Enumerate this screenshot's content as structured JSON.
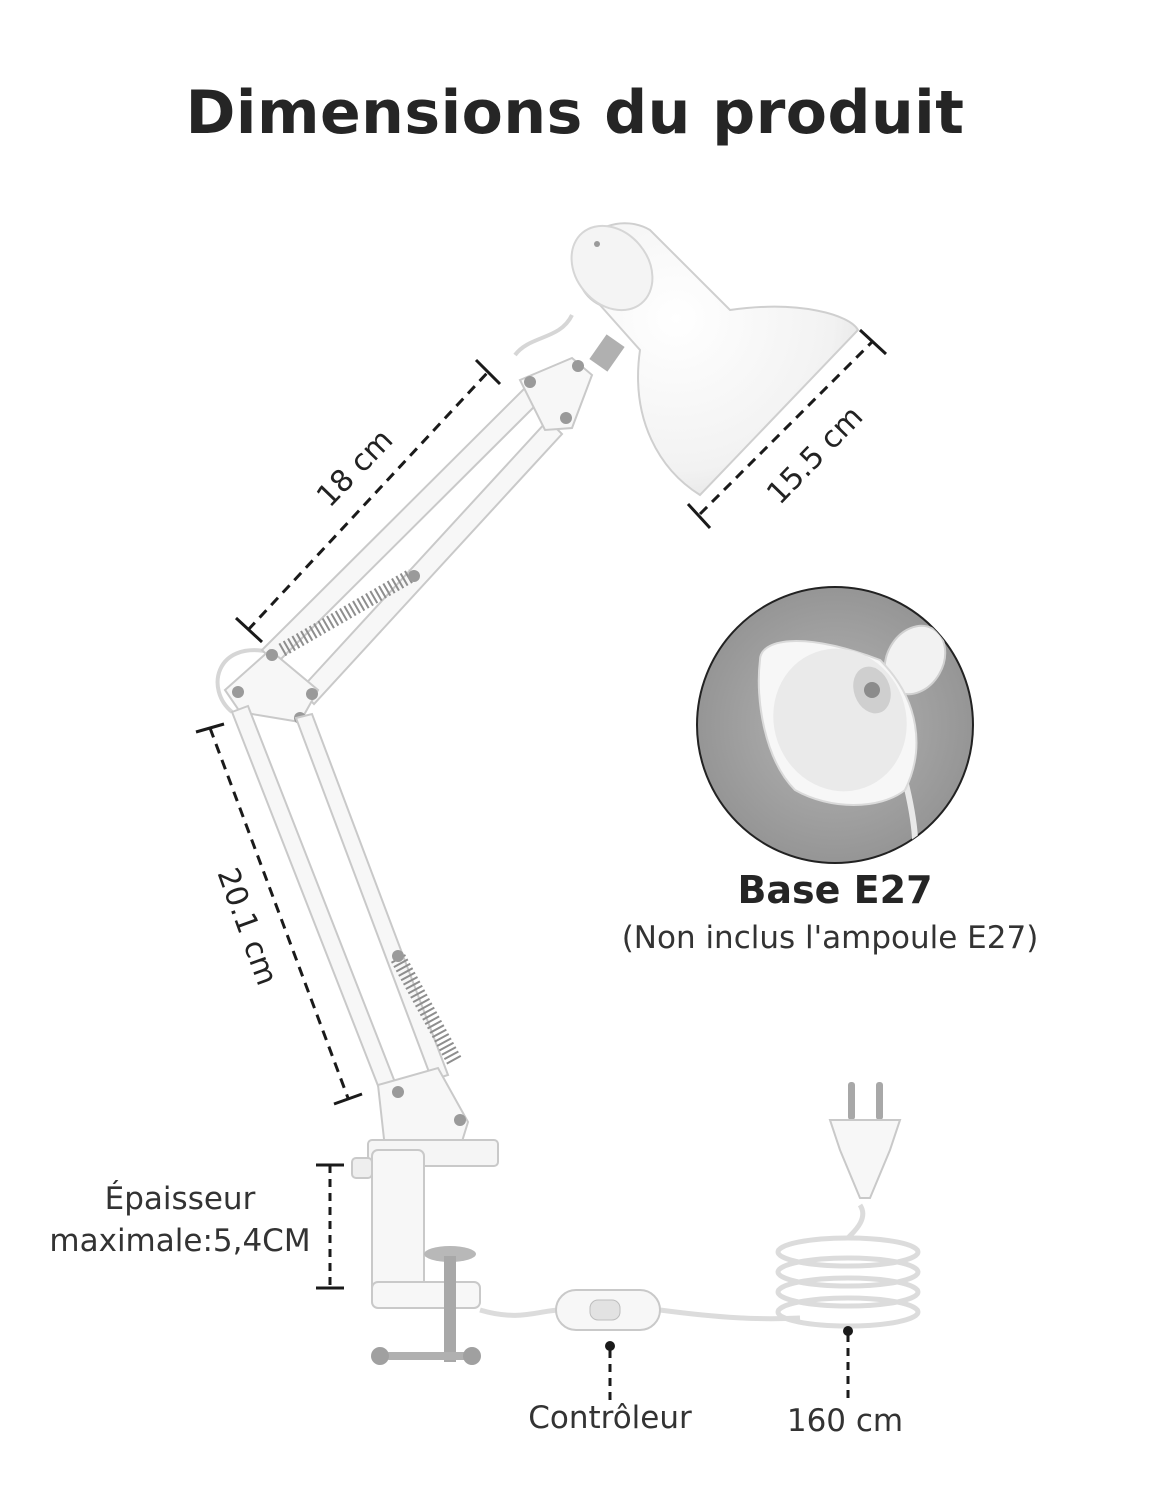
{
  "title": "Dimensions du produit",
  "dimensions": {
    "arm_upper": "18 cm",
    "arm_lower": "20.1 cm",
    "shade_diameter": "15.5 cm",
    "clamp_thickness_line1": "Épaisseur",
    "clamp_thickness_line2": "maximale:5,4CM",
    "controller": "Contrôleur",
    "cord_length": "160 cm"
  },
  "detail": {
    "base_title": "Base E27",
    "base_note": "(Non inclus l'ampoule E27)"
  },
  "colors": {
    "lamp": "#f7f7f7",
    "outline": "#c9c9c9",
    "detail_bg": "#9b9b9b",
    "dashes": "#1a1a1a"
  }
}
